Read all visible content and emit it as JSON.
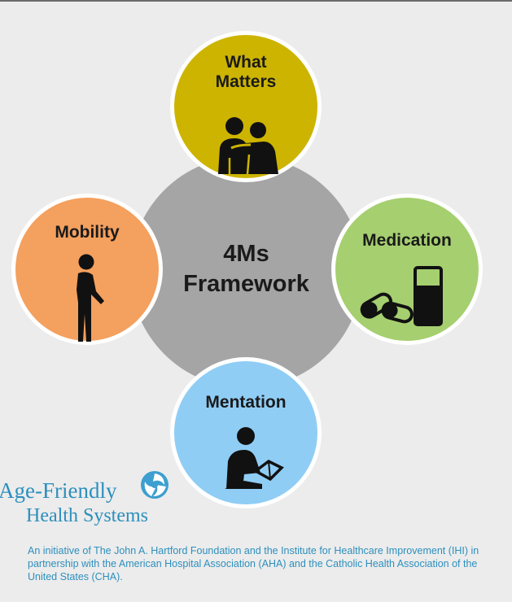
{
  "diagram": {
    "center_title_line1": "4Ms",
    "center_title_line2": "Framework",
    "nodes": [
      {
        "label_line1": "What",
        "label_line2": "Matters",
        "icon": "two-people-embracing-icon",
        "color": "#cdb400"
      },
      {
        "label": "Mobility",
        "icon": "walking-person-icon",
        "color": "#f4a05e"
      },
      {
        "label": "Medication",
        "icon": "pills-and-glass-icon",
        "color": "#a6cf70"
      },
      {
        "label": "Mentation",
        "icon": "person-reading-icon",
        "color": "#8fcdf5"
      }
    ],
    "center_color": "#a5a5a5"
  },
  "logo": {
    "line1": "Age-Friendly",
    "line2": "Health Systems",
    "color": "#2c8fbd"
  },
  "footer": {
    "note": "An initiative of The John A. Hartford Foundation and the Institute for Healthcare Improvement (IHI) in partnership with the American Hospital Association (AHA) and the Catholic Health Association of the United States (CHA)."
  }
}
